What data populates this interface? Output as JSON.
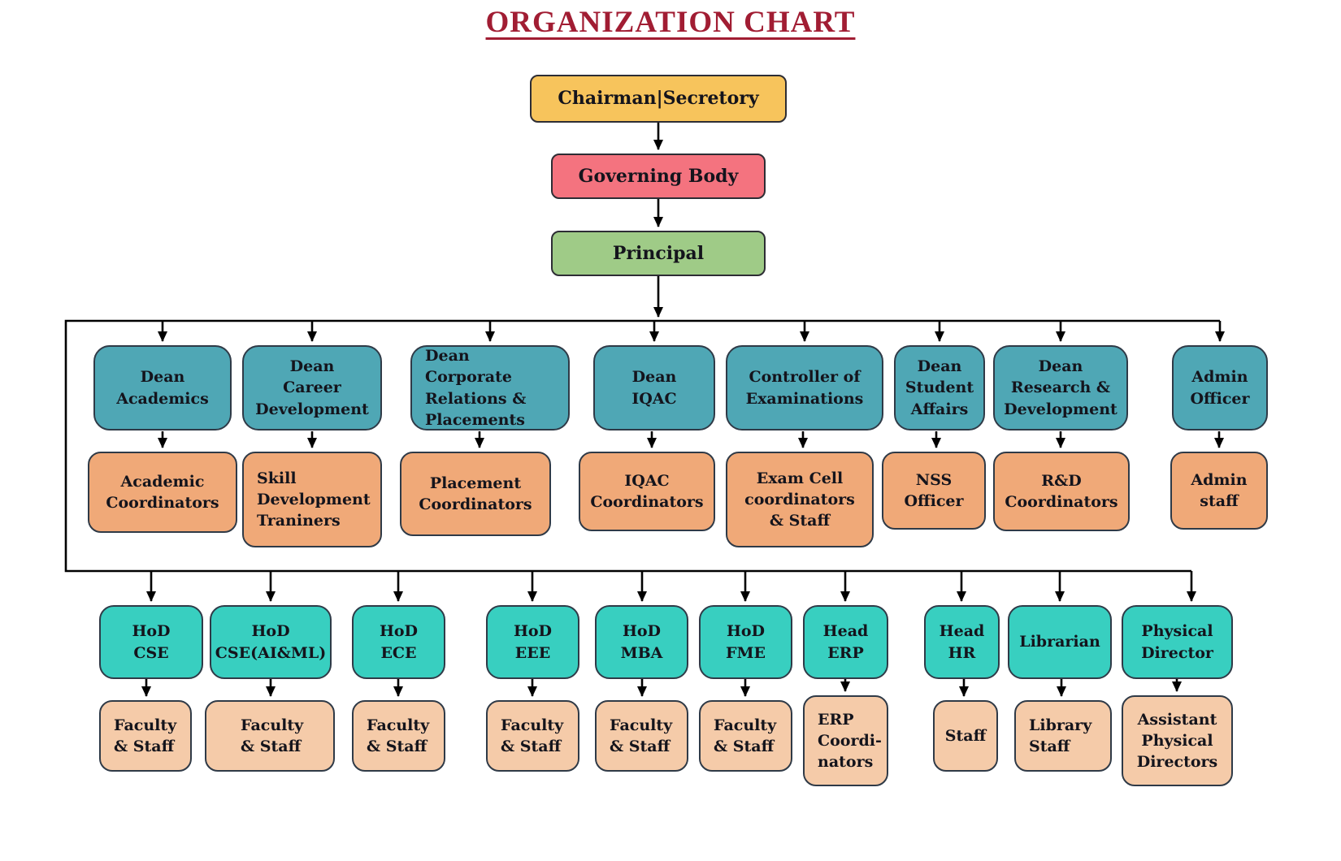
{
  "title": "ORGANIZATION CHART",
  "palette": {
    "title": "#A11D33",
    "chairman": "#F7C45C",
    "governing": "#F4737F",
    "principal": "#9FCB87",
    "dean": "#4FA7B5",
    "coordinator": "#F0A978",
    "hod": "#38CFC0",
    "staff": "#F5CBA9",
    "border": "#2F3A47",
    "line": "#000000"
  },
  "top_chain": [
    {
      "label": "Chairman|Secretory"
    },
    {
      "label": "Governing Body"
    },
    {
      "label": "Principal"
    }
  ],
  "executive_row": [
    {
      "role": "Dean\nAcademics",
      "reports": "Academic\nCoordinators"
    },
    {
      "role": "Dean\nCareer\nDevelopment",
      "reports": "Skill\nDevelopment\nTraniners"
    },
    {
      "role": "Dean Corporate\nRelations &\nPlacements",
      "reports": "Placement\nCoordinators"
    },
    {
      "role": "Dean\nIQAC",
      "reports": "IQAC\nCoordinators"
    },
    {
      "role": "Controller of\nExaminations",
      "reports": "Exam Cell\ncoordinators\n& Staff"
    },
    {
      "role": "Dean\nStudent\nAffairs",
      "reports": "NSS\nOfficer"
    },
    {
      "role": "Dean\nResearch &\nDevelopment",
      "reports": "R&D\nCoordinators"
    },
    {
      "role": "Admin\nOfficer",
      "reports": "Admin\nstaff"
    }
  ],
  "department_row": [
    {
      "role": "HoD\nCSE",
      "reports": "Faculty\n& Staff"
    },
    {
      "role": "HoD\nCSE(AI&ML)",
      "reports": "Faculty\n& Staff"
    },
    {
      "role": "HoD\nECE",
      "reports": "Faculty\n& Staff"
    },
    {
      "role": "HoD\nEEE",
      "reports": "Faculty\n& Staff"
    },
    {
      "role": "HoD\nMBA",
      "reports": "Faculty\n& Staff"
    },
    {
      "role": "HoD\nFME",
      "reports": "Faculty\n& Staff"
    },
    {
      "role": "Head\nERP",
      "reports": "ERP\nCoordi-\nnators"
    },
    {
      "role": "Head\nHR",
      "reports": "Staff"
    },
    {
      "role": "Librarian",
      "reports": "Library\nStaff"
    },
    {
      "role": "Physical\nDirector",
      "reports": "Assistant\nPhysical\nDirectors"
    }
  ]
}
